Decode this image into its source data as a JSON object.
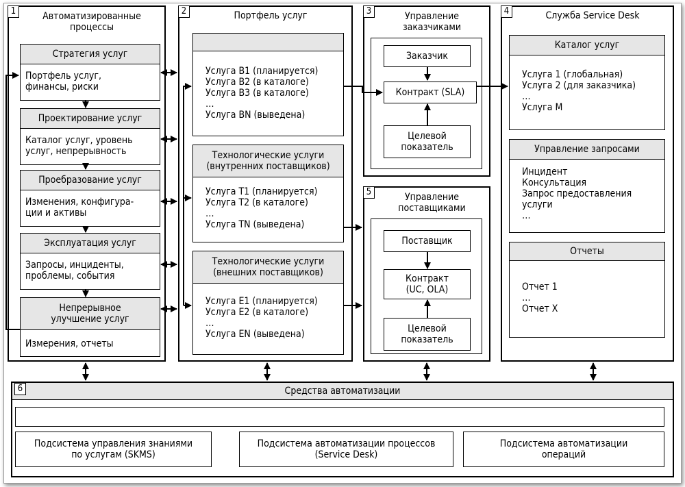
{
  "col1": {
    "num": "1",
    "title": "Автоматизированные процессы",
    "processes": [
      {
        "header": "Стратегия услуг",
        "body": "Портфель услуг,\nфинансы, риски"
      },
      {
        "header": "Проектирование услуг",
        "body": "Каталог услуг, уровень\nуслуг, непрерывность"
      },
      {
        "header": "Проебразование услуг",
        "body": "Изменения, конфигура-\nции и активы"
      },
      {
        "header": "Эксплуатация услуг",
        "body": "Запросы, инциденты,\nпроблемы, события"
      },
      {
        "header": "Непрерывное\nулучшение услуг",
        "body": "Измерения, отчеты"
      }
    ]
  },
  "col2": {
    "num": "2",
    "title": "Портфель услуг",
    "groups": [
      {
        "header": "",
        "body": "Услуга B1 (планируется)\nУслуга B2 (в каталоге)\nУслуга B3 (в каталоге)\n…\nУслуга BN (выведена)"
      },
      {
        "header": "Технологические услуги\n(внутренних поставщиков)",
        "body": "Услуга T1 (планируется)\nУслуга T2 (в каталоге)\n…\nУслуга TN (выведена)"
      },
      {
        "header": "Технологические услуги\n(внешних поставщиков)",
        "body": "Услуга E1 (планируется)\nУслуга E2 (в каталоге)\n…\nУслуга EN (выведена)"
      }
    ]
  },
  "col3": {
    "num": "3",
    "title": "Управление\nзаказчиками",
    "items": [
      "Заказчик",
      "Контракт (SLA)",
      "Целевой\nпоказатель"
    ]
  },
  "col5": {
    "num": "5",
    "title": "Управление\nпоставщиками",
    "items": [
      "Поставщик",
      "Контракт\n(UC, OLA)",
      "Целевой\nпоказатель"
    ]
  },
  "col4": {
    "num": "4",
    "title": "Служба Service Desk",
    "groups": [
      {
        "header": "Каталог услуг",
        "body": "Услуга 1 (глобальная)\nУслуга 2 (для заказчика)\n…\nУслуга M"
      },
      {
        "header": "Управление запросами",
        "body": "Инцидент\nКонсультация\nЗапрос предоставления\nуслуги\n…"
      },
      {
        "header": "Отчеты",
        "body": "Отчет 1\n…\nОтчет X"
      }
    ]
  },
  "bottom": {
    "num": "6",
    "title": "Средства автоматизации",
    "subsystems": [
      "Подсистема управления знаниями\nпо услугам (SKMS)",
      "Подсистема автоматизации процессов\n(Service Desk)",
      "Подсистема автоматизации\nопераций"
    ]
  }
}
